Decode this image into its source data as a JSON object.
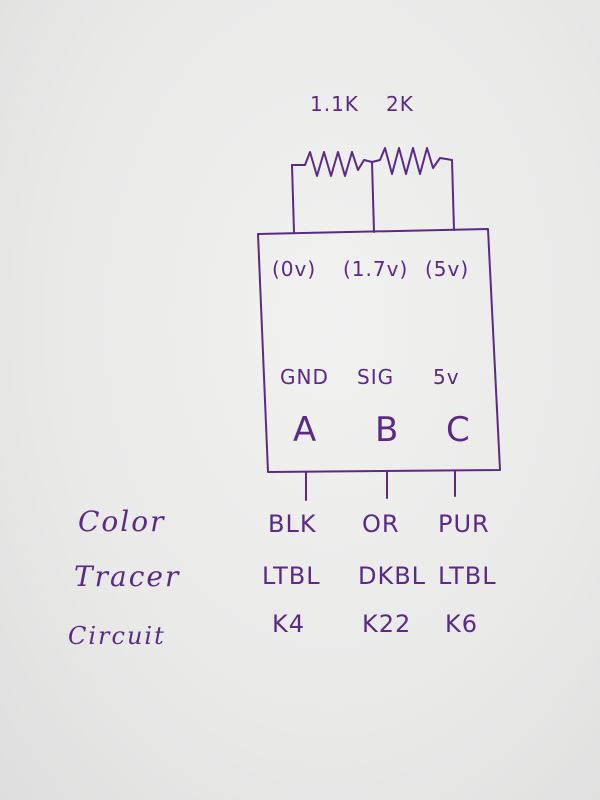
{
  "resistors": {
    "r1": "1.1K",
    "r2": "2K"
  },
  "voltages": [
    "(0v)",
    "(1.7v)",
    "(5v)"
  ],
  "pin_functions": [
    "GND",
    "SIG",
    "5v"
  ],
  "pin_letters": [
    "A",
    "B",
    "C"
  ],
  "row_labels": {
    "color": "Color",
    "tracer": "Tracer",
    "circuit": "Circuit"
  },
  "wires": [
    {
      "color": "BLK",
      "tracer": "LTBL",
      "circuit": "K4"
    },
    {
      "color": "OR",
      "tracer": "DKBL",
      "circuit": "K22"
    },
    {
      "color": "PUR",
      "tracer": "LTBL",
      "circuit": "K6"
    }
  ],
  "ink_color": "#5a2a86"
}
